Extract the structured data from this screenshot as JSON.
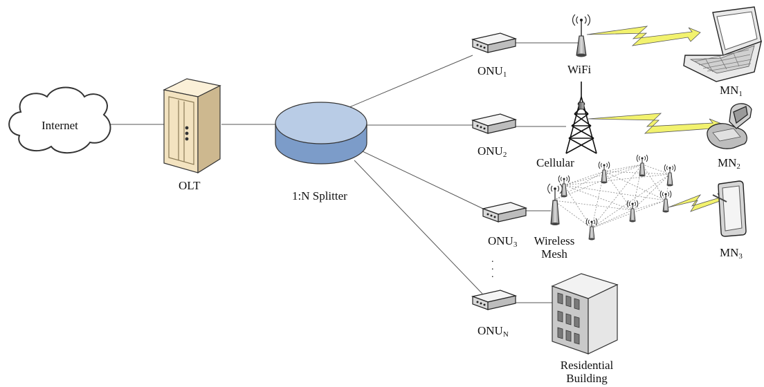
{
  "labels": {
    "internet": "Internet",
    "olt": "OLT",
    "splitter": "1:N Splitter",
    "onu": "ONU",
    "onu_subs": [
      "1",
      "2",
      "3",
      "N"
    ],
    "wifi": "WiFi",
    "cellular": "Cellular",
    "wireless_mesh": [
      "Wireless",
      "Mesh"
    ],
    "residential_building": [
      "Residential",
      "Building"
    ],
    "mn": "MN",
    "mn_subs": [
      "1",
      "2",
      "3"
    ]
  },
  "ellipsis": [
    ".",
    ".",
    "."
  ],
  "colors": {
    "lightning": "#f2f26e",
    "splitter_top": "#b9cce6",
    "splitter_side": "#7c9cc9",
    "olt_body": "#f3e3c0",
    "mesh_links": "#8a8a8a"
  }
}
